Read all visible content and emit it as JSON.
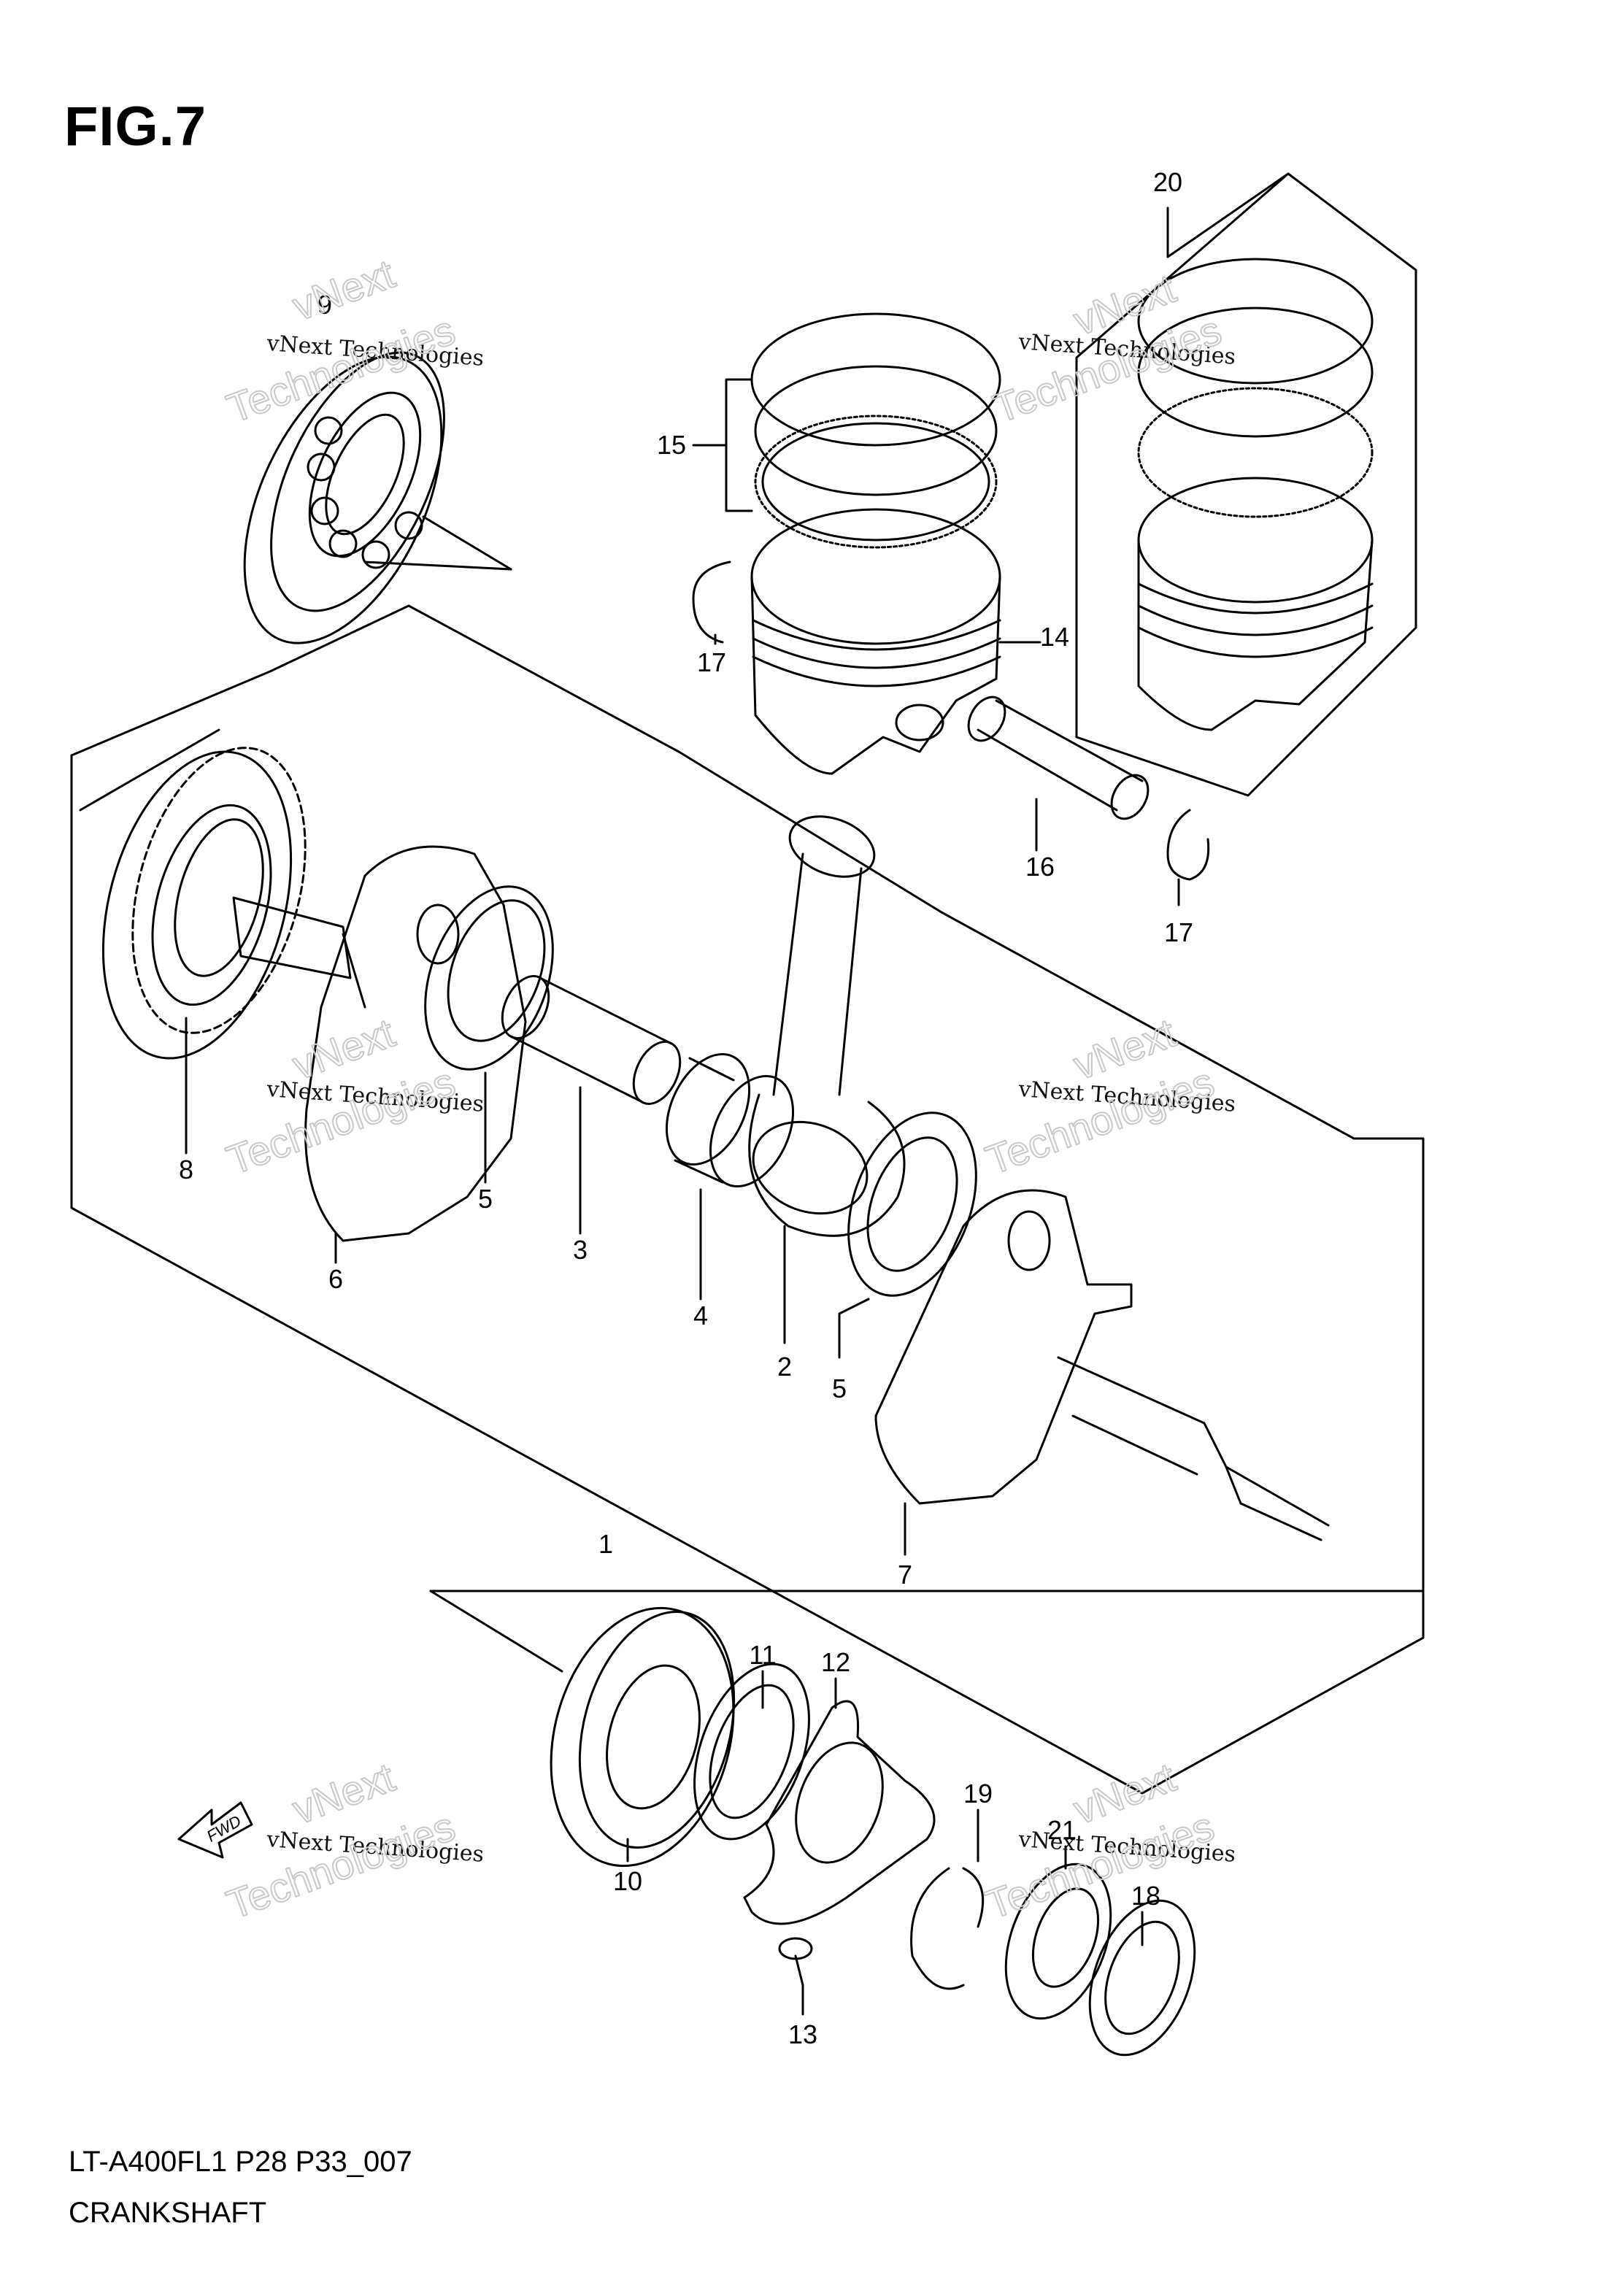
{
  "figure": {
    "title": "FIG.7",
    "code": "LT-A400FL1 P28 P33_007",
    "name": "CRANKSHAFT",
    "direction_label": "FWD"
  },
  "watermark": {
    "line1": "vNext Technologies",
    "line2": "vNext",
    "line3": "Technologies"
  },
  "callouts": {
    "c1": "1",
    "c2": "2",
    "c3": "3",
    "c4": "4",
    "c5a": "5",
    "c5b": "5",
    "c6": "6",
    "c7": "7",
    "c8": "8",
    "c9": "9",
    "c10": "10",
    "c11": "11",
    "c12": "12",
    "c13": "13",
    "c14": "14",
    "c15": "15",
    "c16": "16",
    "c17a": "17",
    "c17b": "17",
    "c18": "18",
    "c19": "19",
    "c20": "20",
    "c21": "21"
  },
  "colors": {
    "ink": "#000000",
    "watermark_outline": "#c8c8c8",
    "background": "#ffffff"
  }
}
